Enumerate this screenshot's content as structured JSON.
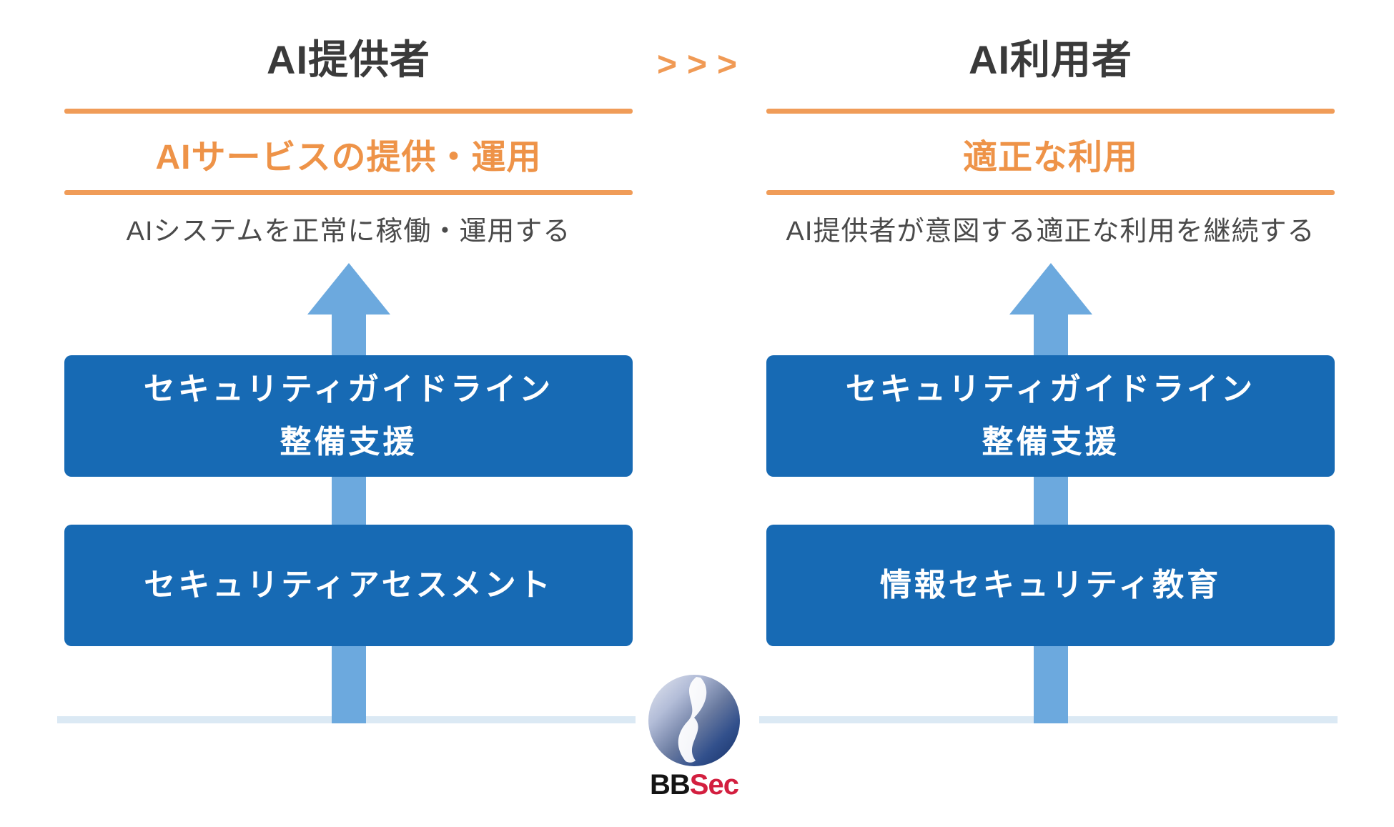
{
  "center": {
    "chevrons": ">>>",
    "logo_bb": "BB",
    "logo_sec": "Sec"
  },
  "columns": [
    {
      "id": "ai-provider",
      "title": "AI提供者",
      "role_heading": "AIサービスの提供・運用",
      "description": "AIシステムを正常に稼働・運用する",
      "boxes": [
        {
          "lines": [
            "セキュリティガイドライン",
            "整備支援"
          ]
        },
        {
          "lines": [
            "セキュリティアセスメント"
          ]
        }
      ]
    },
    {
      "id": "ai-user",
      "title": "AI利用者",
      "role_heading": "適正な利用",
      "description": "AI提供者が意図する適正な利用を継続する",
      "boxes": [
        {
          "lines": [
            "セキュリティガイドライン",
            "整備支援"
          ]
        },
        {
          "lines": [
            "情報セキュリティ教育"
          ]
        }
      ]
    }
  ],
  "colors": {
    "orange_rule": "#f09c58",
    "orange_heading": "#ee9348",
    "title_gray": "#3a3a3a",
    "description_gray": "#4a4a4a",
    "box_blue": "#176ab4",
    "arrow_blue": "#6ca9de",
    "baseline_blue": "#dbe9f4",
    "logo_red": "#d31f3f",
    "logo_black": "#141414"
  }
}
